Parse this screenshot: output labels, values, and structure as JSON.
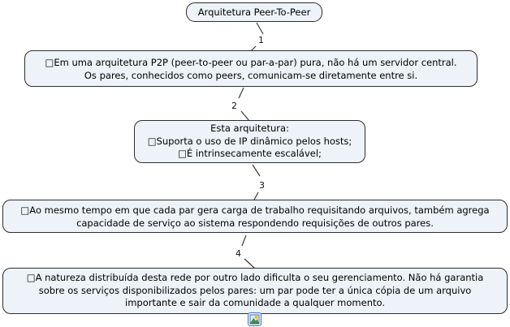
{
  "colors": {
    "node_fill": "#edf3f8",
    "node_border": "#2d2d2d",
    "line_color": "#3a3a3a",
    "text_color": "#000000",
    "icon_border": "#4a7ab5"
  },
  "nodes": {
    "root": {
      "lines": [
        "Arquitetura Peer-To-Peer"
      ]
    },
    "n1": {
      "lines": [
        "□Em uma arquitetura P2P (peer-to-peer ou par-a-par) pura, não há um servidor central.",
        "Os pares, conhecidos como peers, comunicam-se diretamente entre si."
      ]
    },
    "n2": {
      "lines": [
        "Esta arquitetura:",
        "□Suporta o uso de IP dinâmico pelos hosts;",
        "□É intrinsecamente escalável;"
      ]
    },
    "n3": {
      "lines": [
        "□Ao mesmo tempo em que cada par gera carga de trabalho requisitando arquivos, também agrega",
        "capacidade de serviço ao sistema respondendo requisições de outros pares."
      ]
    },
    "n4": {
      "lines": [
        "□A natureza distribuída desta rede por outro lado dificulta o seu gerenciamento. Não há garantia",
        "sobre os serviços disponibilizados pelos pares: um par pode ter a única cópia de um arquivo",
        "importante e sair da comunidade a qualquer momento."
      ]
    }
  },
  "connectors": [
    {
      "label": "1"
    },
    {
      "label": "2"
    },
    {
      "label": "3"
    },
    {
      "label": "4"
    }
  ],
  "icons": {
    "resource": "image-resource-icon"
  }
}
